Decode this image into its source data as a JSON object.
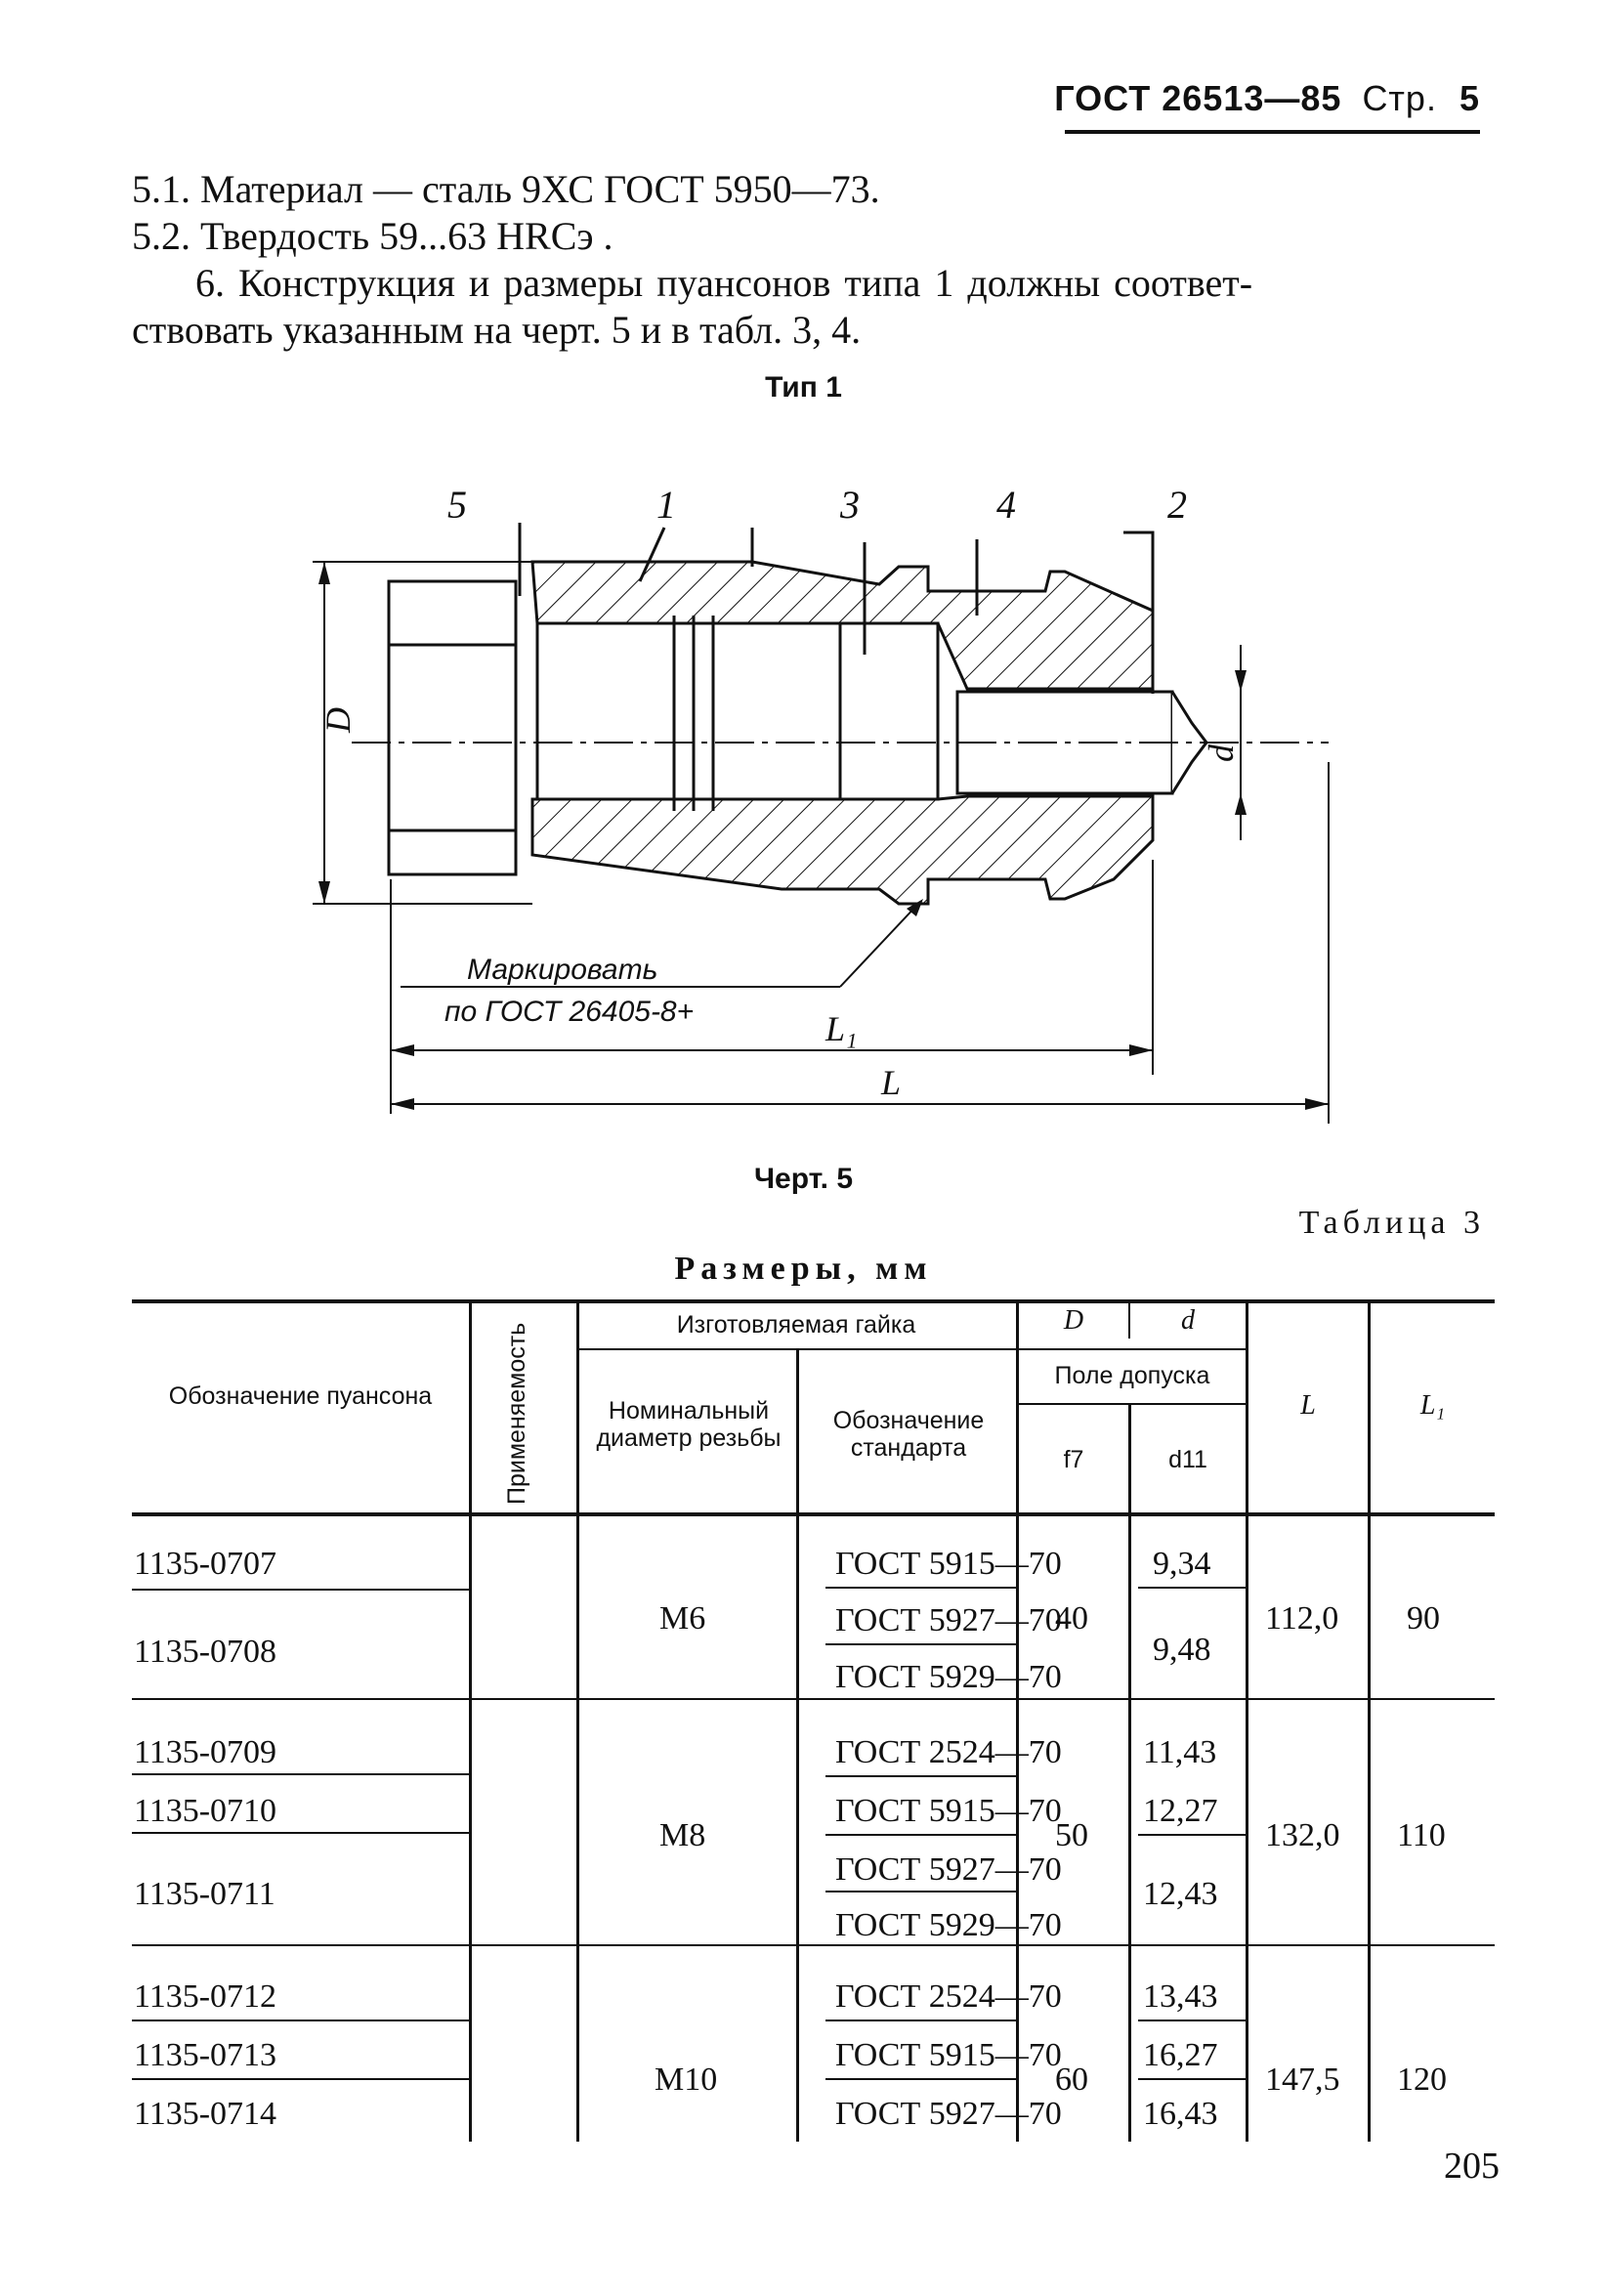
{
  "header": {
    "standard": "ГОСТ 26513—85",
    "page_label": "Стр.",
    "page_num": "5"
  },
  "paragraphs": [
    "5.1. Материал — сталь 9ХС ГОСТ 5950—73.",
    "5.2. Твердость 59...63 HRCэ .",
    "6. Конструкция и размеры пуансонов типа 1 должны соответ-",
    "ствовать указанным на черт. 5  и в табл. 3, 4."
  ],
  "type_caption": "Тип 1",
  "drawing": {
    "callouts": [
      "5",
      "1",
      "3",
      "4",
      "2"
    ],
    "dim_D": "D",
    "dim_d": "d",
    "dim_L1": "L₁",
    "dim_L": "L",
    "note_line1": "Маркировать",
    "note_line2": "по ГОСТ 26405-8+"
  },
  "figure_caption": "Черт. 5",
  "table_number": "Таблица 3",
  "table_title": "Размеры, мм",
  "table": {
    "headers": {
      "designation": "Обозначение пуансона",
      "applicability": "Применяемость",
      "nut_group": "Изготовляемая гайка",
      "nominal_thread": "Номинальный диаметр резьбы",
      "standard": "Обозначение стандарта",
      "D": "D",
      "d": "d",
      "tolerance": "Поле допуска",
      "f7": "f7",
      "d11": "d11",
      "L": "L",
      "L1": "L₁"
    },
    "groups": [
      {
        "thread": "М6",
        "D": "40",
        "L": "112,0",
        "L1": "90",
        "designations": [
          "1135-0707",
          "1135-0708"
        ],
        "standards": [
          "ГОСТ 5915—70",
          "ГОСТ 5927—70",
          "ГОСТ 5929—70"
        ],
        "d_values": [
          "9,34",
          "9,48"
        ]
      },
      {
        "thread": "М8",
        "D": "50",
        "L": "132,0",
        "L1": "110",
        "designations": [
          "1135-0709",
          "1135-0710",
          "1135-0711"
        ],
        "standards": [
          "ГОСТ 2524—70",
          "ГОСТ 5915—70",
          "ГОСТ 5927—70",
          "ГОСТ 5929—70"
        ],
        "d_values": [
          "11,43",
          "12,27",
          "12,43"
        ]
      },
      {
        "thread": "М10",
        "D": "60",
        "L": "147,5",
        "L1": "120",
        "designations": [
          "1135-0712",
          "1135-0713",
          "1135-0714"
        ],
        "standards": [
          "ГОСТ 2524—70",
          "ГОСТ 5915—70",
          "ГОСТ 5927—70"
        ],
        "d_values": [
          "13,43",
          "16,27",
          "16,43"
        ]
      }
    ]
  },
  "page_number": "205"
}
